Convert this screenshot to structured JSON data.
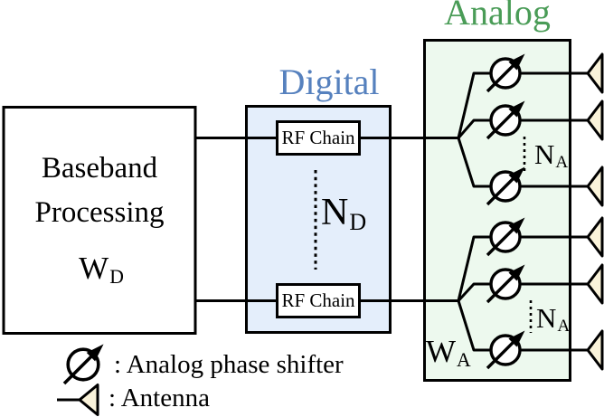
{
  "figure": {
    "type": "block-diagram",
    "description": "Hybrid beamforming transmitter architecture"
  },
  "colors": {
    "digital_box_fill": "#e4eefb",
    "analog_box_fill": "#edf9ee",
    "antenna_fill": "#faf3da",
    "digital_title": "#5681be",
    "analog_title": "#4a9c57",
    "line": "#000000"
  },
  "blocks": {
    "baseband": {
      "line1": "Baseband",
      "line2": "Processing",
      "matrix": {
        "main": "W",
        "sub": "D"
      }
    },
    "digital": {
      "title": "Digital",
      "rf_chain_top": "RF Chain",
      "rf_chain_bottom": "RF Chain",
      "count": {
        "main": "N",
        "sub": "D"
      }
    },
    "analog": {
      "title": "Analog",
      "matrix": {
        "main": "W",
        "sub": "A"
      },
      "count_top": {
        "main": "N",
        "sub": "A"
      },
      "count_bottom": {
        "main": "N",
        "sub": "A"
      }
    }
  },
  "icons": {
    "phase_shifter": "circle-with-diagonal-arrow",
    "antenna": "left-pointing-triangle"
  },
  "legend": {
    "phase_shifter_label": ": Analog phase shifter",
    "antenna_label": ": Antenna"
  }
}
